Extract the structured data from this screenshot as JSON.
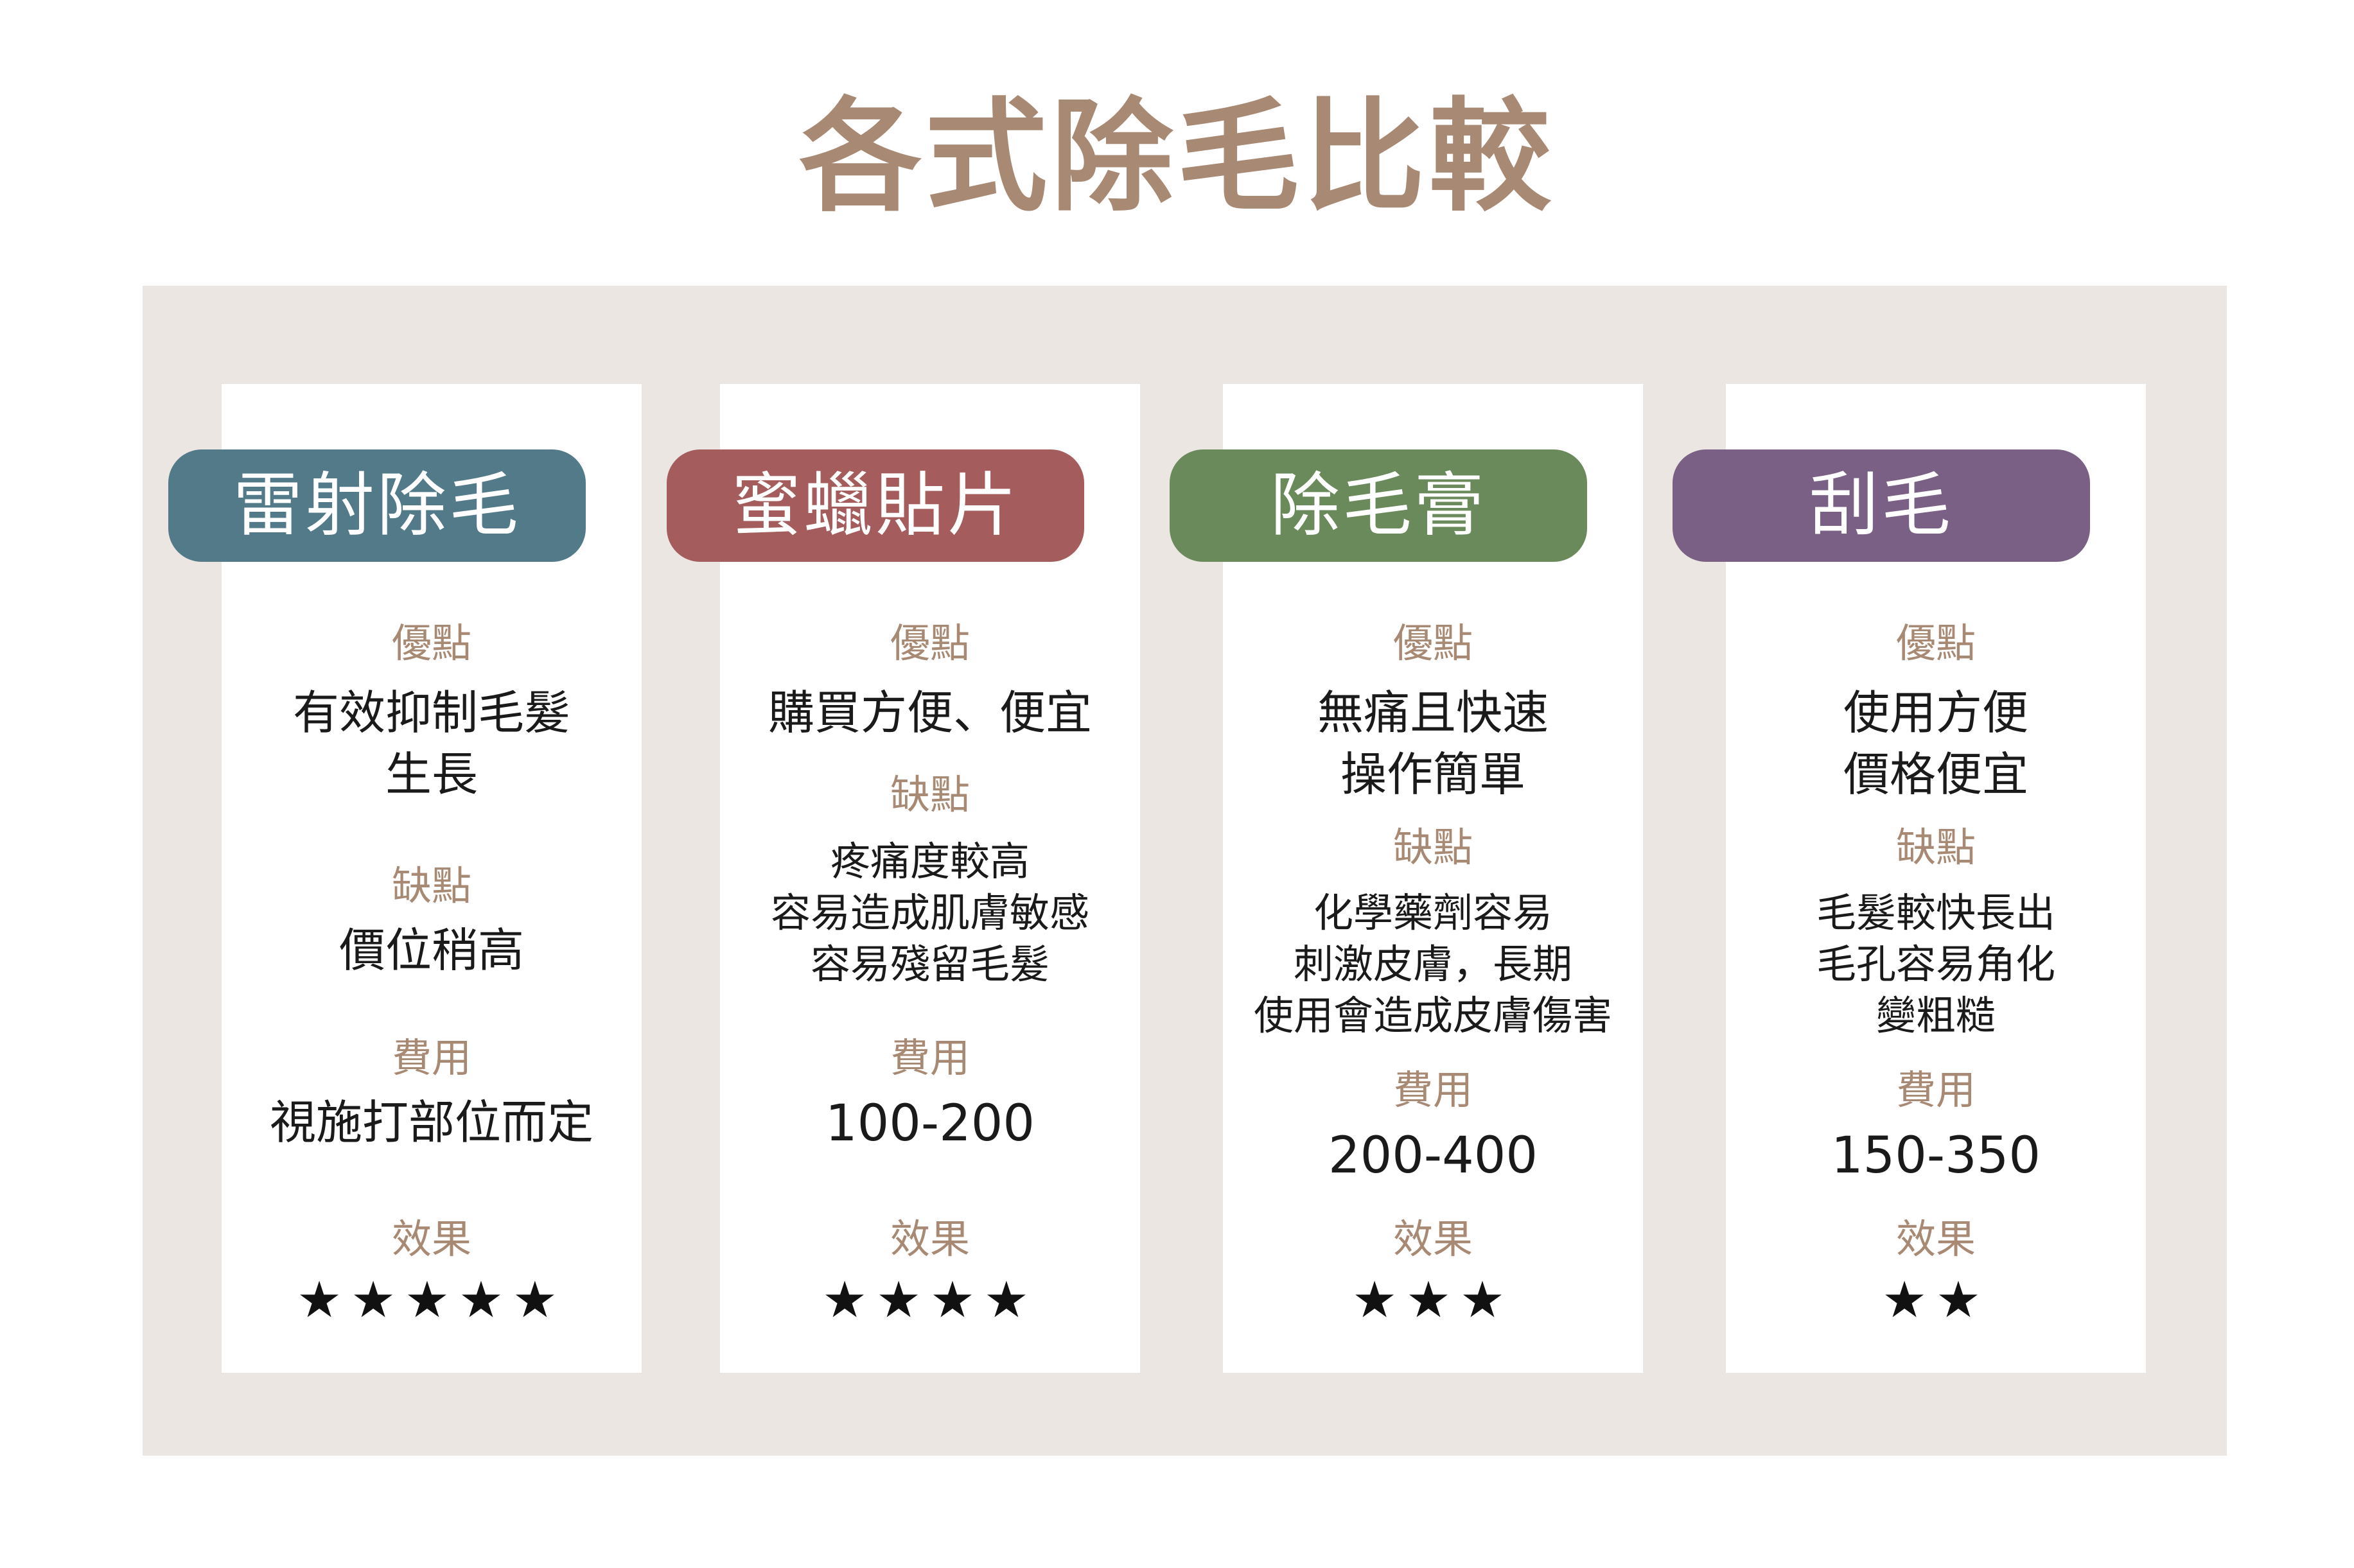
{
  "title": "各式除毛比較",
  "colors": {
    "title": "#a88a74",
    "panel": "#ebe6e2",
    "label": "#a88a74",
    "laser": "#527a88",
    "wax": "#a45c5c",
    "cream": "#6a8a5c",
    "shave": "#7a6085"
  },
  "labels": {
    "pros": "優點",
    "cons": "缺點",
    "cost": "費用",
    "effect": "效果"
  },
  "methods": [
    {
      "name": "雷射除毛",
      "pros": "有效抑制毛髮\n生長",
      "cons": "價位稍高",
      "cost": "視施打部位而定",
      "rating": 5,
      "stars": "★★★★★"
    },
    {
      "name": "蜜蠟貼片",
      "pros": "購買方便、便宜",
      "cons": "疼痛度較高\n容易造成肌膚敏感\n容易殘留毛髮",
      "cost": "100-200",
      "rating": 4,
      "stars": "★★★★"
    },
    {
      "name": "除毛膏",
      "pros": "無痛且快速\n操作簡單",
      "cons": "化學藥劑容易\n刺激皮膚，長期\n使用會造成皮膚傷害",
      "cost": "200-400",
      "rating": 3,
      "stars": "★★★"
    },
    {
      "name": "刮毛",
      "pros": "使用方便\n價格便宜",
      "cons": "毛髮較快長出\n毛孔容易角化\n變粗糙",
      "cost": "150-350",
      "rating": 2,
      "stars": "★★"
    }
  ]
}
